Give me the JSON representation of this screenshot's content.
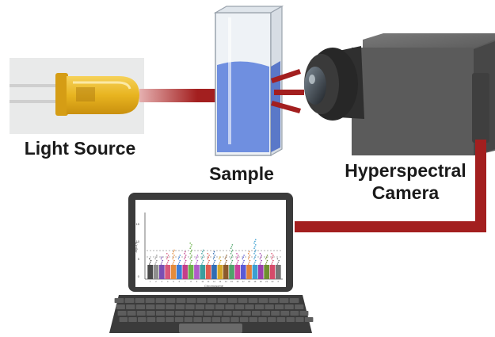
{
  "labels": {
    "light_source": "Light Source",
    "sample": "Sample",
    "camera_line1": "Hyperspectral",
    "camera_line2": "Camera"
  },
  "screen_plot": {
    "y_ticks": [
      "15",
      "10",
      "5",
      "0"
    ],
    "x_label": "Chromosome",
    "y_label": "-log10(P)",
    "x_ticks": [
      "1",
      "2",
      "3",
      "4",
      "5",
      "6",
      "7",
      "8",
      "9",
      "10",
      "11",
      "12",
      "13",
      "14",
      "15",
      "16",
      "17",
      "18",
      "19",
      "20",
      "21",
      "22",
      "X"
    ]
  },
  "colors": {
    "beam": "#a31f1f",
    "liquid": "#6f8fe0",
    "led": "#e8b420",
    "camera_body": "#5b5b5b",
    "laptop": "#3b3b3b"
  }
}
